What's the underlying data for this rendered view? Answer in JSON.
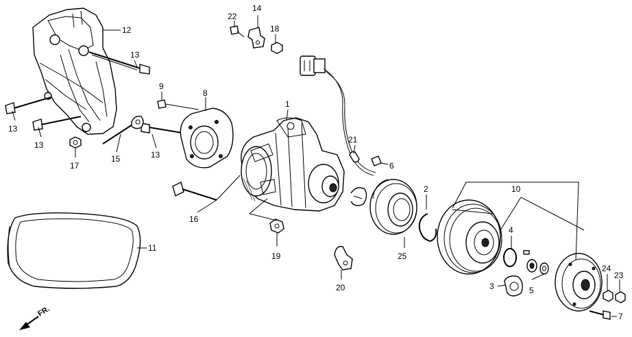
{
  "diagram": {
    "direction_label": "FR.",
    "callouts": [
      {
        "id": "c1",
        "label": "1"
      },
      {
        "id": "c2",
        "label": "2"
      },
      {
        "id": "c3",
        "label": "3"
      },
      {
        "id": "c4",
        "label": "4"
      },
      {
        "id": "c5",
        "label": "5"
      },
      {
        "id": "c6",
        "label": "6"
      },
      {
        "id": "c7",
        "label": "7"
      },
      {
        "id": "c8",
        "label": "8"
      },
      {
        "id": "c9",
        "label": "9"
      },
      {
        "id": "c10",
        "label": "10"
      },
      {
        "id": "c11",
        "label": "11"
      },
      {
        "id": "c12",
        "label": "12"
      },
      {
        "id": "c13a",
        "label": "13"
      },
      {
        "id": "c13b",
        "label": "13"
      },
      {
        "id": "c13c",
        "label": "13"
      },
      {
        "id": "c13d",
        "label": "13"
      },
      {
        "id": "c14",
        "label": "14"
      },
      {
        "id": "c15",
        "label": "15"
      },
      {
        "id": "c16",
        "label": "16"
      },
      {
        "id": "c17",
        "label": "17"
      },
      {
        "id": "c18",
        "label": "18"
      },
      {
        "id": "c19",
        "label": "19"
      },
      {
        "id": "c20",
        "label": "20"
      },
      {
        "id": "c21",
        "label": "21"
      },
      {
        "id": "c22",
        "label": "22"
      },
      {
        "id": "c23",
        "label": "23"
      },
      {
        "id": "c24",
        "label": "24"
      },
      {
        "id": "c25",
        "label": "25"
      }
    ]
  }
}
